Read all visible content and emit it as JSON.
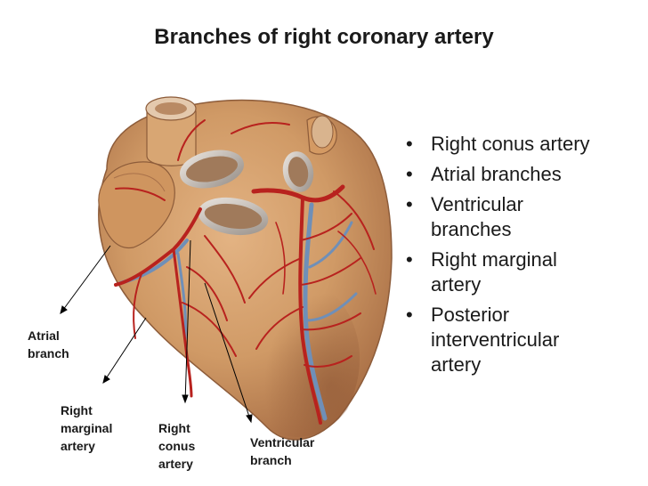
{
  "title": "Branches of right coronary artery",
  "bullets": [
    "Right conus artery",
    "Atrial branches",
    "Ventricular\nbranches",
    "Right marginal\nartery",
    "Posterior\ninterventricular\nartery"
  ],
  "callouts": {
    "atrial": "Atrial\nbranch",
    "marginal": "Right\nmarginal\nartery",
    "conus": "Right\nconus\nartery",
    "ventricular": "Ventricular\nbranch"
  },
  "colors": {
    "heart_tissue": "#d49a63",
    "artery": "#b8221e",
    "vein": "#6f8fb8"
  }
}
